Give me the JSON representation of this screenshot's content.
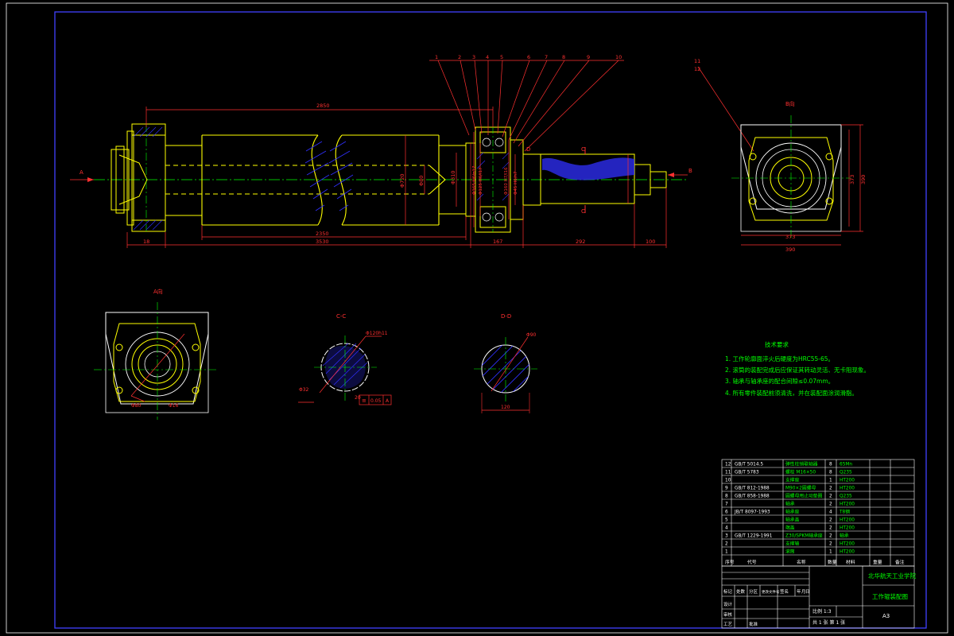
{
  "colors": {
    "background": "#000000",
    "frame": "#4040ff",
    "outline": "#ffffff",
    "part": "#ffff00",
    "dimension": "#ff3030",
    "centerline": "#00ff00",
    "hatch": "#3030ff",
    "notes": "#00ff00",
    "table_text": "#00ff00"
  },
  "views": {
    "direction_a": "A",
    "direction_b": "B",
    "section_c_mark": "C",
    "section_d_mark": "D",
    "view_b_title": "B向",
    "view_a_title": "A向",
    "section_cc_title": "C-C",
    "section_dd_title": "D-D"
  },
  "balloons": [
    "1",
    "2",
    "3",
    "4",
    "5",
    "6",
    "7",
    "8",
    "9",
    "10",
    "11",
    "12"
  ],
  "main_dims": {
    "d_2850": "2850",
    "d_2350": "2350",
    "d_3530": "3530",
    "d_18": "18",
    "d_167": "167",
    "d_292": "292",
    "d_100": "100",
    "dia_720": "Φ720",
    "dia_80": "Φ80",
    "dia_fits": [
      "Φ165 H6/n17",
      "Φ125 H6/l17",
      "Φ160 H7/l16",
      "Φ45 H6/n7"
    ],
    "dia_310": "Φ310"
  },
  "view_b_dims": {
    "w1": "373",
    "w2": "390",
    "h1": "373",
    "h2": "390"
  },
  "view_a_dims": {
    "d1": "Φ80",
    "d2": "Φ16"
  },
  "section_cc": {
    "spline": "Φ120h11",
    "inner": "Φ32",
    "gap": "20",
    "tol_sym": "≡",
    "tol_val": "0.05",
    "datum": "A"
  },
  "section_dd": {
    "dia": "Φ90",
    "width": "120"
  },
  "notes": {
    "title": "技术要求",
    "lines": [
      "1. 工作轮廓面淬火后硬度为HRC55-65。",
      "2. 滚筒的装配完成后应保证其转动灵活、无卡阻现象。",
      "3. 轴承与轴承座的配合间隙≤0.07mm。",
      "4. 所有零件装配前须清洗，并在装配面涂润滑脂。"
    ]
  },
  "bom": {
    "rows": [
      {
        "no": "12",
        "code": "GB/T 5014.5",
        "name": "弹性柱销联轴器",
        "qty": "8",
        "mat": "65Mn"
      },
      {
        "no": "11",
        "code": "GB/T 5783",
        "name": "螺栓 M16×50",
        "qty": "8",
        "mat": "Q235"
      },
      {
        "no": "10",
        "code": "",
        "name": "支撑座",
        "qty": "1",
        "mat": "HT200"
      },
      {
        "no": "9",
        "code": "GB/T 812-1988",
        "name": "M90×2圆螺母",
        "qty": "2",
        "mat": "HT200"
      },
      {
        "no": "8",
        "code": "GB/T 858-1988",
        "name": "圆螺母用止动垫圈",
        "qty": "2",
        "mat": "Q235"
      },
      {
        "no": "7",
        "code": "",
        "name": "轴承",
        "qty": "2",
        "mat": "HT200"
      },
      {
        "no": "6",
        "code": "JB/T 8097-1993",
        "name": "轴承座",
        "qty": "4",
        "mat": "T8钢"
      },
      {
        "no": "5",
        "code": "",
        "name": "轴承盖",
        "qty": "2",
        "mat": "HT200"
      },
      {
        "no": "4",
        "code": "",
        "name": "端盖",
        "qty": "2",
        "mat": "HT200"
      },
      {
        "no": "3",
        "code": "GB/T 1229-1991",
        "name": "Z30/SPKM轴承座",
        "qty": "2",
        "mat": "轴承"
      },
      {
        "no": "2",
        "code": "",
        "name": "支撑轴",
        "qty": "2",
        "mat": "HT200"
      },
      {
        "no": "1",
        "code": "",
        "name": "滚筒",
        "qty": "1",
        "mat": "HT200"
      }
    ],
    "header": {
      "no": "序号",
      "code": "代号",
      "name": "名称",
      "qty": "数量",
      "mat": "材料",
      "weight": "重量",
      "note": "备注"
    }
  },
  "title_block": {
    "school": "北华航天工业学院",
    "drawing_name": "工作辊装配图",
    "scale_label": "比例 1:3",
    "sheet_label": "共 1 张  第 1 张",
    "size_label": "A3",
    "designed": "设计",
    "checked": "审核",
    "process": "工艺",
    "approved": "批准",
    "labels_row": [
      "标记",
      "处数",
      "分区",
      "更改文件号",
      "签名",
      "年",
      "月",
      "日"
    ]
  }
}
